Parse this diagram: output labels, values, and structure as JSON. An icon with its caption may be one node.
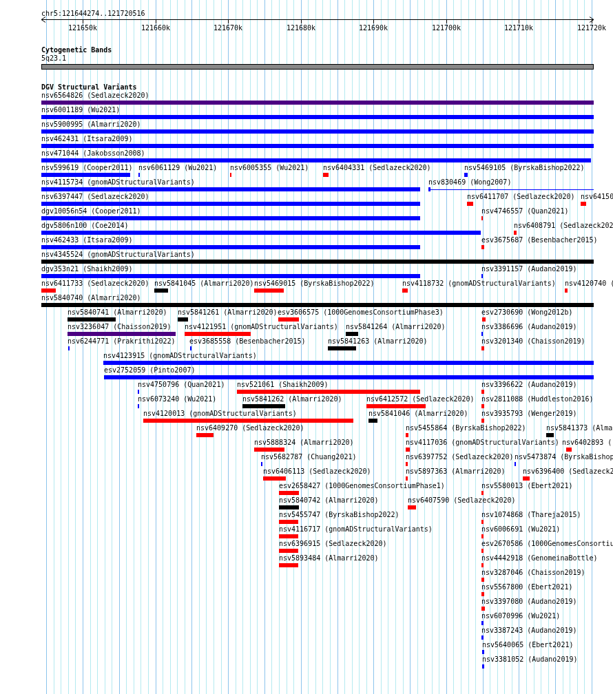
{
  "diagram": {
    "labels": [
      "chr5:121644274..121720516",
      "121650k",
      "121660k",
      "121670k",
      "121680k",
      "121690k",
      "121700k",
      "121710k",
      "121720k",
      "Cytogenetic Bands",
      "5q23.1",
      "DGV Structural Variants",
      "nsv6564826 (Sedlazeck2020)",
      "nsv6001189 (Wu2021)",
      "nsv5900995 (Almarri2020)",
      "nsv462431 (Itsara2009)",
      "nsv471044 (Jakobsson2008)",
      "nsv599619 (Cooper2011)",
      "nsv6061129 (Wu2021)",
      "nsv6005355 (Wu2021)",
      "nsv6404331 (Sedlazeck2020)",
      "nsv5469105 (ByrskaBishop2022)",
      "nsv4115734 (gnomADStructuralVariants)",
      "nsv830469 (Wong2007)",
      "nsv6397447 (Sedlazeck2020)",
      "nsv6411707 (Sedlazeck2020)",
      "nsv64150",
      "dgv10056n54 (Cooper2011)",
      "nsv4746557 (Quan2021)",
      "dgv5806n100 (Coe2014)",
      "nsv6408791 (Sedlazeck202",
      "nsv462433 (Itsara2009)",
      "esv3675687 (Besenbacher2015)",
      "nsv4345524 (gnomADStructuralVariants)",
      "dgv353n21 (Shaikh2009)",
      "nsv3391157 (Audano2019)",
      "nsv6411733 (Sedlazeck2020)",
      "nsv5841045 (Almarri2020)",
      "nsv5469015 (ByrskaBishop2022)",
      "nsv4118732 (gnomADStructuralVariants)",
      "nsv4120740 (",
      "nsv5840740 (Almarri2020)",
      "nsv5840741 (Almarri2020)",
      "nsv5841261 (Almarri2020)",
      "esv3606575 (1000GenomesConsortiumPhase3)",
      "esv2730690 (Wong2012b)",
      "nsv3236047 (Chaisson2019)",
      "nsv4121951 (gnomADStructuralVariants)",
      "nsv5841264 (Almarri2020)",
      "nsv3386696 (Audano2019)",
      "nsv6244771 (Prakrithi2022)",
      "esv3685558 (Besenbacher2015)",
      "nsv5841263 (Almarri2020)",
      "nsv3201340 (Chaisson2019)",
      "nsv4123915 (gnomADStructuralVariants)",
      "esv2752059 (Pinto2007)",
      "nsv4750796 (Quan2021)",
      "nsv521061 (Shaikh2009)",
      "nsv3396622 (Audano2019)",
      "nsv6073240 (Wu2021)",
      "nsv5841262 (Almarri2020)",
      "nsv6412572 (Sedlazeck2020)",
      "nsv2811088 (Huddleston2016)",
      "nsv4120013 (gnomADStructuralVariants)",
      "nsv5841046 (Almarri2020)",
      "nsv3935793 (Wenger2019)",
      "nsv6409270 (Sedlazeck2020)",
      "nsv5455864 (ByrskaBishop2022)",
      "nsv5841373 (Alma",
      "nsv5888324 (Almarri2020)",
      "nsv4117036 (gnomADStructuralVariants)",
      "nsv6402893 (",
      "nsv5682787 (Chuang2021)",
      "nsv6397752 (Sedlazeck2020)",
      "nsv5473874 (ByrskaBishop",
      "nsv6406113 (Sedlazeck2020)",
      "nsv5897363 (Almarri2020)",
      "nsv6396400 (Sedlazeck2",
      "esv2658427 (1000GenomesConsortiumPhase1)",
      "nsv5580013 (Ebert2021)",
      "nsv5840742 (Almarri2020)",
      "nsv6407590 (Sedlazeck2020)",
      "nsv5455747 (ByrskaBishop2022)",
      "nsv1074868 (Thareja2015)",
      "nsv4116717 (gnomADStructuralVariants)",
      "nsv6006691 (Wu2021)",
      "nsv6396915 (Sedlazeck2020)",
      "esv2670586 (1000GenomesConsortiu",
      "nsv5893484 (Almarri2020)",
      "nsv4442918 (GenomeinaBottle)",
      "nsv3287046 (Chaisson2019)",
      "nsv5567800 (Ebert2021)",
      "nsv3397080 (Audano2019)",
      "nsv6070996 (Wu2021)",
      "nsv3387243 (Audano2019)",
      "nsv5640065 (Ebert2021)",
      "nsv3381052 (Audano2019)"
    ]
  }
}
